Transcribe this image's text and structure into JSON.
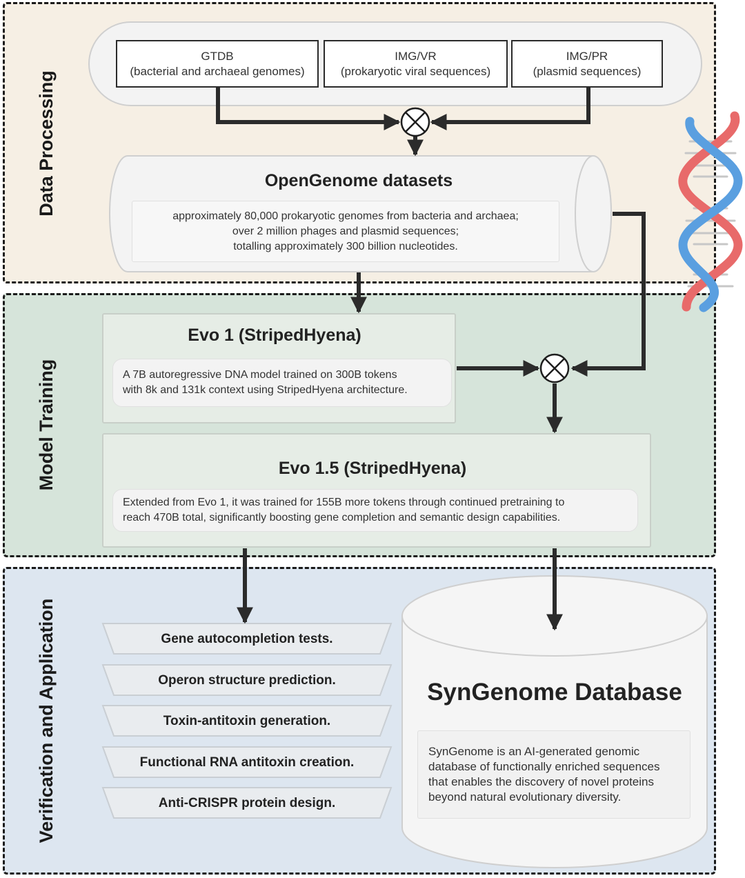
{
  "sections": {
    "data_processing": "Data Processing",
    "model_training": "Model Training",
    "verification": "Verification and Application"
  },
  "sources": [
    {
      "name": "GTDB",
      "detail": "(bacterial and archaeal genomes)"
    },
    {
      "name": "IMG/VR",
      "detail": "(prokaryotic viral sequences)"
    },
    {
      "name": "IMG/PR",
      "detail": "(plasmid sequences)"
    }
  ],
  "opengenome": {
    "title": "OpenGenome datasets",
    "lines": [
      "approximately 80,000 prokaryotic genomes from bacteria and archaea;",
      "over 2 million phages and plasmid sequences;",
      "totalling approximately 300 billion nucleotides."
    ]
  },
  "evo1": {
    "title": "Evo 1  (StripedHyena)",
    "lines": [
      "A 7B autoregressive DNA model trained on 300B tokens",
      "with 8k and 131k context using StripedHyena architecture."
    ]
  },
  "evo15": {
    "title": "Evo 1.5  (StripedHyena)",
    "lines": [
      "Extended from Evo 1, it was trained for 155B more tokens through continued pretraining to",
      "reach 470B total, significantly boosting gene completion and semantic design capabilities."
    ]
  },
  "applications": [
    "Gene autocompletion tests.",
    "Operon structure prediction.",
    "Toxin-antitoxin generation.",
    "Functional RNA antitoxin creation.",
    "Anti-CRISPR protein design."
  ],
  "syngenome": {
    "title": "SynGenome Database",
    "lines": [
      "SynGenome is an AI-generated genomic",
      "database of functionally enriched sequences",
      "that enables the discovery of novel proteins",
      "beyond natural evolutionary diversity."
    ]
  },
  "colors": {
    "data_processing_bg": "#f6efe4",
    "model_training_bg": "#d6e4da",
    "verification_bg": "#dde6f0",
    "arrow": "#2b2b2b",
    "dna_red": "#e86a6a",
    "dna_blue": "#5a9fe0"
  },
  "icons": [
    "merge-icon",
    "dna-icon"
  ]
}
